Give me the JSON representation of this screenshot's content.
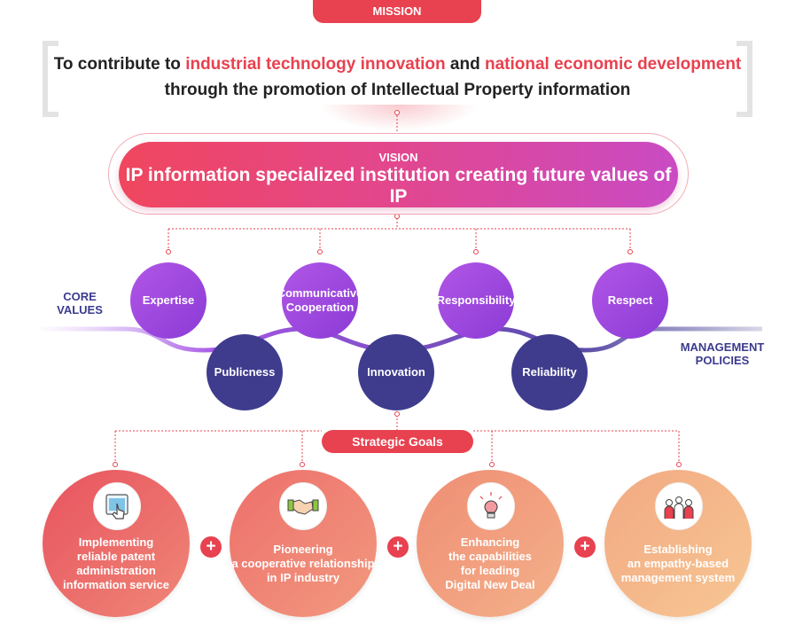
{
  "mission": {
    "label": "MISSION",
    "line1_pre": "To contribute to ",
    "line1_hl1": "industrial technology innovation",
    "line1_mid": " and ",
    "line1_hl2": "national economic development",
    "line2": "through the promotion of  Intellectual Property information"
  },
  "vision": {
    "label": "VISION",
    "text": "IP information specialized institution creating future values of IP"
  },
  "core_values": {
    "label_line1": "CORE",
    "label_line2": "VALUES",
    "items": [
      {
        "line1": "Expertise",
        "line2": ""
      },
      {
        "line1": "Communicative",
        "line2": "Cooperation"
      },
      {
        "line1": "Responsibility",
        "line2": ""
      },
      {
        "line1": "Respect",
        "line2": ""
      }
    ]
  },
  "management_policies": {
    "label_line1": "MANAGEMENT",
    "label_line2": "POLICIES",
    "items": [
      "Publicness",
      "Innovation",
      "Reliability"
    ]
  },
  "strategic_goals": {
    "label": "Strategic Goals",
    "plus": "+",
    "items": [
      {
        "lines": [
          "Implementing",
          "reliable patent",
          "administration",
          "information service"
        ],
        "icon": "touch-screen-icon"
      },
      {
        "lines": [
          "Pioneering",
          "a  cooperative relationship",
          "in IP industry"
        ],
        "icon": "handshake-icon"
      },
      {
        "lines": [
          "Enhancing",
          "the capabilities",
          "for leading",
          "Digital New Deal"
        ],
        "icon": "brain-bulb-icon"
      },
      {
        "lines": [
          "Establishing",
          "an  empathy-based",
          "management system"
        ],
        "icon": "people-icon"
      }
    ]
  },
  "colors": {
    "accent_red": "#e8414f",
    "purple": "#9b46df",
    "navy": "#3f3c8e"
  }
}
